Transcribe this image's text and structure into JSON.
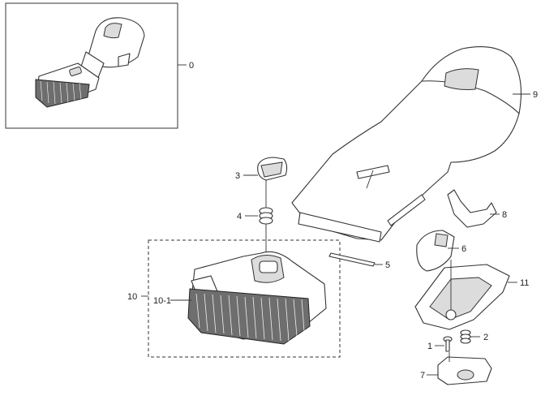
{
  "callouts": [
    {
      "id": "c0",
      "text": "0"
    },
    {
      "id": "c1",
      "text": "1"
    },
    {
      "id": "c2",
      "text": "2"
    },
    {
      "id": "c3",
      "text": "3"
    },
    {
      "id": "c4",
      "text": "4"
    },
    {
      "id": "c5",
      "text": "5"
    },
    {
      "id": "c6",
      "text": "6"
    },
    {
      "id": "c7",
      "text": "7"
    },
    {
      "id": "c8",
      "text": "8"
    },
    {
      "id": "c9",
      "text": "9"
    },
    {
      "id": "c10",
      "text": "10"
    },
    {
      "id": "c10_1",
      "text": "10-1"
    },
    {
      "id": "c11",
      "text": "11"
    }
  ]
}
